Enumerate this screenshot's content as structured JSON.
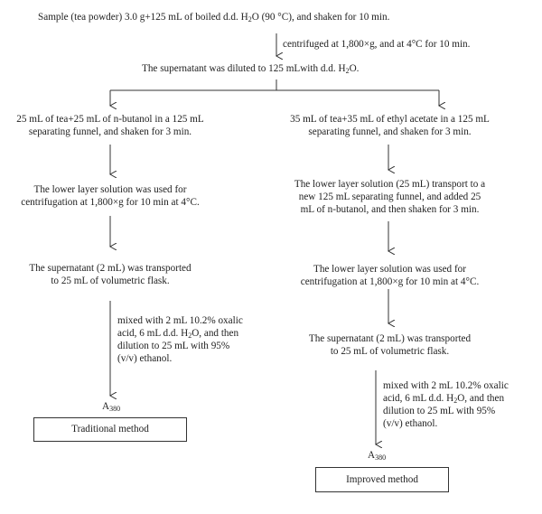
{
  "top": {
    "sample_line": [
      "Sample (tea powder) 3.0 g+125 mL of boiled d.d. H",
      "2",
      "O (90 °C), and shaken for 10 min."
    ],
    "centrifuge_note": "centrifuged at 1,800×g, and at 4°C for 10 min.",
    "dilution_line": [
      "The supernatant was diluted to 125 mLwith d.d. H",
      "2",
      "O."
    ]
  },
  "left": {
    "step1": [
      "25 mL of tea+25 mL of n-butanol in a 125 mL",
      "separating funnel, and shaken for 3 min."
    ],
    "step2": [
      "The lower layer solution was used for",
      "centrifugation at 1,800×g for 10 min at 4°C."
    ],
    "step3": [
      "The supernatant (2 mL) was transported",
      "to 25 mL of volumetric flask."
    ],
    "mix_note": [
      "mixed with 2 mL 10.2% oxalic",
      "acid, 6 mL d.d. H",
      "2",
      "O, and then",
      "dilution to 25 mL with 95%",
      "(v/v) ethanol."
    ],
    "result": [
      "A",
      "380"
    ],
    "method_label": "Traditional method"
  },
  "right": {
    "step1": [
      "35 mL of tea+35 mL of ethyl acetate in a 125 mL",
      "separating funnel, and shaken for 3 min."
    ],
    "step2": [
      "The lower layer solution (25 mL) transport to a",
      "new 125 mL separating funnel, and added 25",
      "mL of n-butanol, and then shaken for 3 min."
    ],
    "step3": [
      "The lower layer solution was used for",
      "centrifugation at 1,800×g for 10 min at 4°C."
    ],
    "step4": [
      "The supernatant (2 mL) was transported",
      "to 25 mL of volumetric flask."
    ],
    "mix_note": [
      "mixed with 2 mL 10.2% oxalic",
      "acid, 6 mL d.d. H",
      "2",
      "O, and then",
      "dilution to 25 mL with 95%",
      "(v/v) ethanol."
    ],
    "result": [
      "A",
      "380"
    ],
    "method_label": "Improved method"
  },
  "colors": {
    "line": "#333333",
    "text": "#222222"
  }
}
